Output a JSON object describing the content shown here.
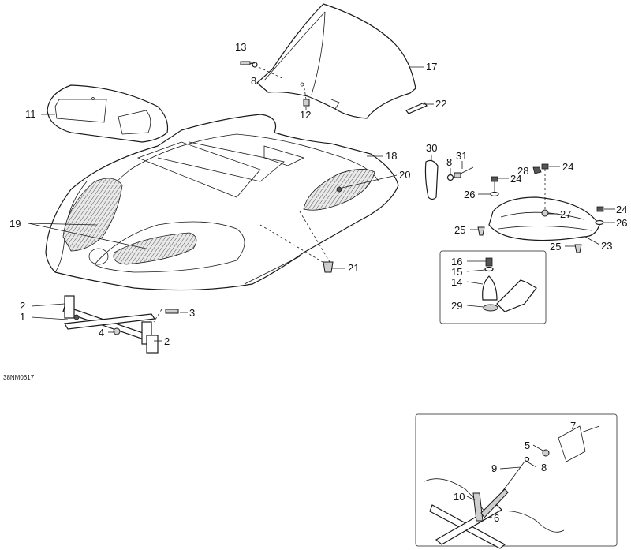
{
  "diagram": {
    "reference_code": "38NM0617",
    "callouts": {
      "c1": "1",
      "c2a": "2",
      "c2b": "2",
      "c3": "3",
      "c4": "4",
      "c5": "5",
      "c6": "6",
      "c7": "7",
      "c8a": "8",
      "c8b": "8",
      "c8c": "8",
      "c9": "9",
      "c10": "10",
      "c11": "11",
      "c12": "12",
      "c13": "13",
      "c14": "14",
      "c15": "15",
      "c16": "16",
      "c17": "17",
      "c18": "18",
      "c19": "19",
      "c20": "20",
      "c21": "21",
      "c22": "22",
      "c23": "23",
      "c24a": "24",
      "c24b": "24",
      "c24c": "24",
      "c25a": "25",
      "c25b": "25",
      "c26a": "26",
      "c26b": "26",
      "c27": "27",
      "c28": "28",
      "c29": "29",
      "c30": "30",
      "c31": "31"
    }
  }
}
